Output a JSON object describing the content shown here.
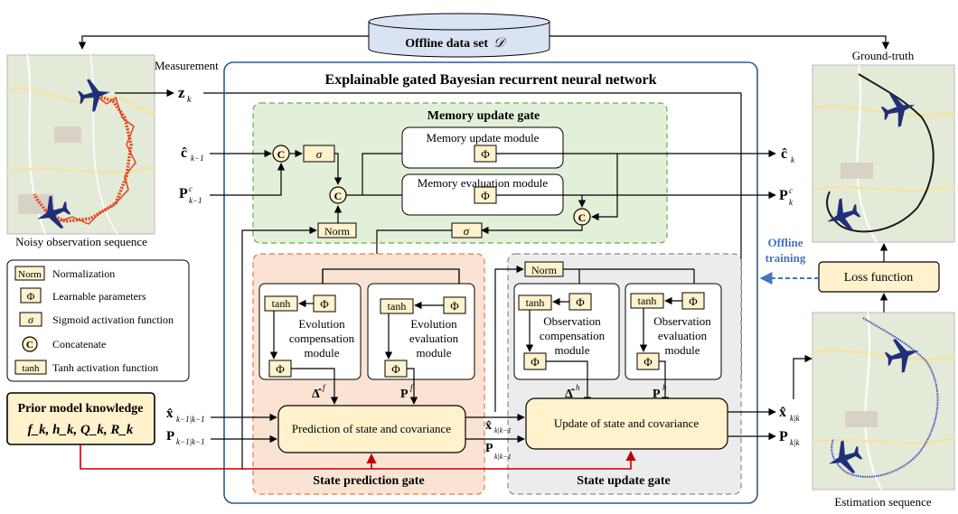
{
  "dataset": {
    "label": "Offline data set",
    "symbol": "𝒟"
  },
  "main": {
    "title": "Explainable gated Bayesian recurrent neural network"
  },
  "measurement": {
    "label": "Measurement",
    "symbol": "z",
    "sub": "k"
  },
  "noisy": {
    "caption": "Noisy observation sequence"
  },
  "groundtruth": {
    "caption": "Ground-truth"
  },
  "estimation": {
    "caption": "Estimation sequence"
  },
  "memory_gate": {
    "title": "Memory update gate",
    "update_module": "Memory update module",
    "eval_module": "Memory evaluation module",
    "norm": "Norm",
    "sigma": "σ",
    "phi": "Φ",
    "c": "C"
  },
  "inputs": {
    "c_prev": "ĉ",
    "c_prev_sub": "k−1",
    "p_prev": "P",
    "p_prev_sup": "c",
    "p_prev_sub": "k−1",
    "x_pred": "x̂",
    "x_pred_sub": "k−1|k−1",
    "p_pred": "P",
    "p_pred_sub": "k−1|k−1"
  },
  "outputs": {
    "c_out": "ĉ",
    "c_out_sub": "k",
    "p_out": "P",
    "p_out_sup": "c",
    "p_out_sub": "k",
    "x_out": "x̂",
    "x_out_sub": "k|k",
    "p_final": "P",
    "p_final_sub": "k|k"
  },
  "prediction_gate": {
    "title": "State prediction gate",
    "comp_module": [
      "Evolution",
      "compensation",
      "module"
    ],
    "eval_module": [
      "Evolution",
      "evaluation",
      "module"
    ],
    "tanh": "tanh",
    "phi": "Φ",
    "box": "Prediction of state and covariance",
    "delta_sym": "Δ̂",
    "delta_sup": "f",
    "p_sym": "P",
    "p_sup": "f"
  },
  "update_gate": {
    "title": "State update gate",
    "norm": "Norm",
    "comp_module": [
      "Observation",
      "compensation",
      "module"
    ],
    "eval_module": [
      "Observation",
      "evaluation",
      "module"
    ],
    "tanh": "tanh",
    "phi": "Φ",
    "box": "Update of state and covariance",
    "delta_sym": "Δ̂",
    "delta_sup": "h",
    "p_sym": "P",
    "p_sup": "h",
    "x_mid": "x̂",
    "x_mid_sub": "k|k−1",
    "p_mid": "P",
    "p_mid_sub": "k|k−1"
  },
  "legend": {
    "items": [
      {
        "symbol": "Norm",
        "text": "Normalization"
      },
      {
        "symbol": "Φ",
        "text": "Learnable parameters"
      },
      {
        "symbol": "σ",
        "text": "Sigmoid activation function"
      },
      {
        "symbol": "C",
        "text": "Concatenate"
      },
      {
        "symbol": "tanh",
        "text": "Tanh activation function"
      }
    ]
  },
  "prior": {
    "title": "Prior model knowledge",
    "formula": "f_k, h_k, Q_k, R_k"
  },
  "training": {
    "offline": [
      "Offline",
      "training"
    ],
    "loss": "Loss function"
  },
  "colors": {
    "blue_frame": "#2e5a87",
    "memory_bg": "#e3f0d9",
    "memory_border": "#6aa84f",
    "prediction_bg": "#fbe3d4",
    "prediction_border": "#e07a4a",
    "update_bg": "#ececec",
    "update_border": "#8a8a8a",
    "node_fill": "#fff2cc",
    "node_border": "#7f6000",
    "red": "#c00000",
    "offline_blue": "#4472c4",
    "dataset_fill": "#dae3f3"
  }
}
